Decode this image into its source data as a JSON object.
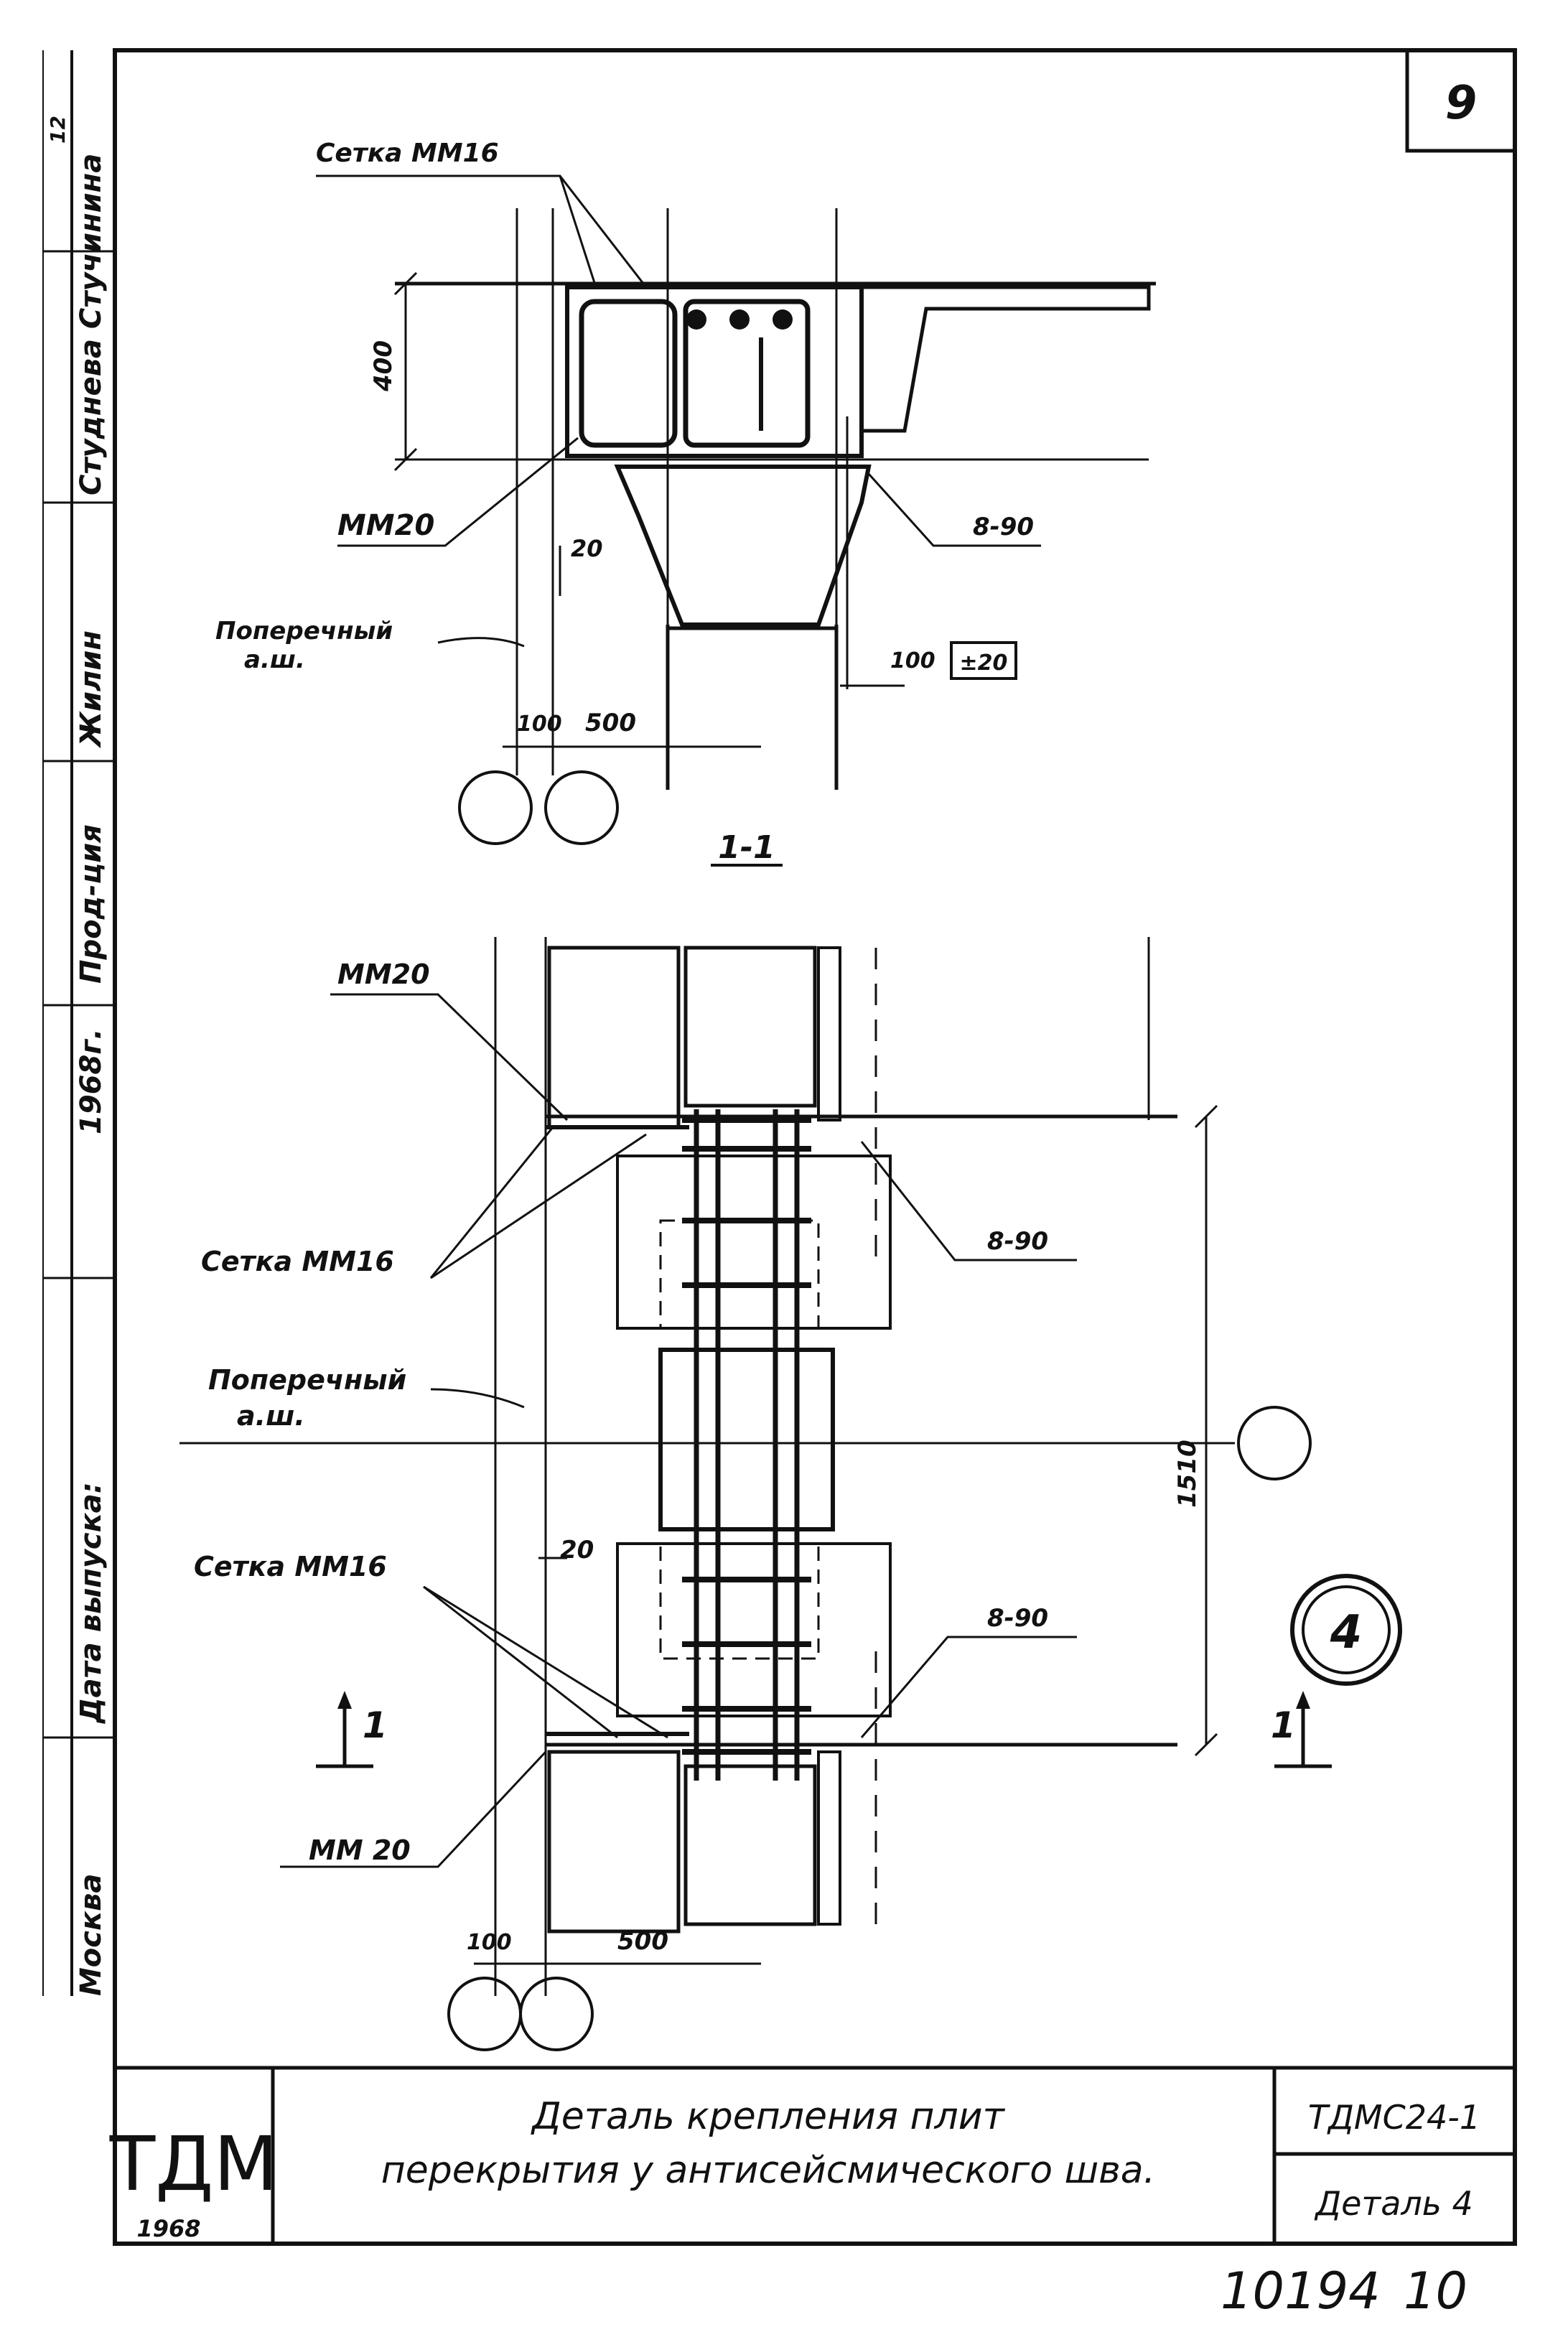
{
  "sheet": {
    "page_number": "9",
    "section_label": "1-1",
    "detail_marker": "4",
    "cut_mark_left": "1",
    "cut_mark_right": "1"
  },
  "side_stamp": {
    "col1": "Москва",
    "col2": "Дата выпуска:",
    "col3": "1968г.",
    "col4": "Прод-ция",
    "col5": "Жилин",
    "col6": "Студнева Стучинина",
    "col7": "12"
  },
  "section_view": {
    "label_mesh": "Сетка ММ16",
    "label_mm20": "ММ20",
    "label_joint": "Поперечный",
    "label_joint2": "а.ш.",
    "label_890": "8-90",
    "dim_400": "400",
    "dim_20": "20",
    "dim_100a": "100",
    "dim_500": "500",
    "dim_100b": "100",
    "dim_box": "±20"
  },
  "plan_view": {
    "label_mm20_top": "ММ20",
    "label_mesh_top": "Сетка ММ16",
    "label_890_top": "8-90",
    "label_joint": "Поперечный",
    "label_joint2": "а.ш.",
    "label_mesh_bottom": "Сетка ММ16",
    "label_890_bottom": "8-90",
    "label_mm20_bottom": "ММ 20",
    "dim_1510": "1510",
    "dim_20": "20",
    "dim_100": "100",
    "dim_500": "500"
  },
  "title_block": {
    "logo": "ТДМ",
    "logo_year": "1968",
    "title_line1": "Деталь   крепления   плит",
    "title_line2": "перекрытия  у  антисейсмического   шва.",
    "code": "ТДМС24-1",
    "detail": "Деталь 4"
  },
  "footer": {
    "number": "10194",
    "page": "10"
  }
}
